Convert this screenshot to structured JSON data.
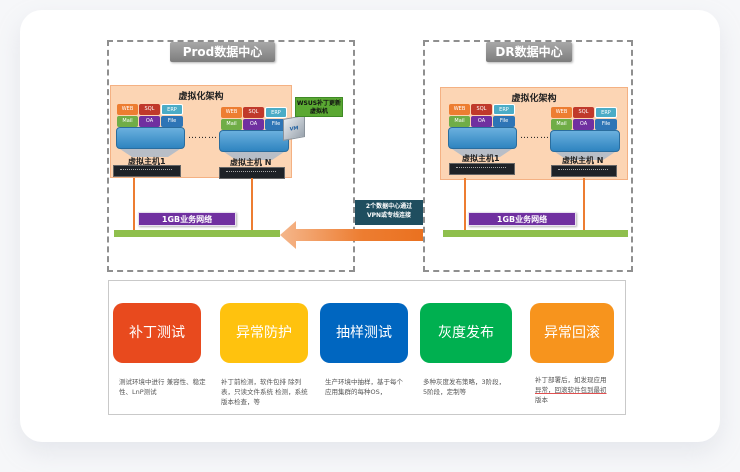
{
  "prod_dc": {
    "title": "Prod数据中心",
    "virt_title": "虚拟化架构",
    "host1_label": "虚拟主机1",
    "hostn_label": "虚拟主机 N",
    "apps_row1": [
      "WEB",
      "SQL",
      "ERP"
    ],
    "apps_row2": [
      "Mail",
      "OA",
      "File"
    ],
    "ellipsis": "………",
    "network_label": "1GB业务网络",
    "wsus_label": "WSUS补丁更新虚拟机",
    "vm_label": "VM"
  },
  "dr_dc": {
    "title": "DR数据中心",
    "virt_title": "虚拟化架构",
    "host1_label": "虚拟主机1",
    "hostn_label": "虚拟主机 N",
    "apps_row1": [
      "WEB",
      "SQL",
      "ERP"
    ],
    "apps_row2": [
      "Mail",
      "OA",
      "File"
    ],
    "ellipsis": "………",
    "network_label": "1GB业务网络"
  },
  "link": {
    "label_line1": "2个数据中心通过",
    "label_line2": "VPN或专线连接"
  },
  "app_colors": {
    "WEB": "#ed7d31",
    "SQL": "#c0392b",
    "ERP": "#4bacc6",
    "Mail": "#70ad47",
    "OA": "#7030a0",
    "File": "#2e75b6"
  },
  "steps": [
    {
      "title": "补丁测试",
      "color": "#e84a1e",
      "desc": "测试环境中进行 兼容性、稳定性、LnP测试"
    },
    {
      "title": "异常防护",
      "color": "#ffc20e",
      "desc": "补丁前检测，软件包排 除列表，只读文件系统 检测，系统版本检查，等"
    },
    {
      "title": "抽样测试",
      "color": "#0066c0",
      "desc": "生产环境中抽样，基于每个应用集群的每种OS，"
    },
    {
      "title": "灰度发布",
      "color": "#00b050",
      "desc": "多种灰度发布策略，3阶段，5阶段，定制等"
    },
    {
      "title": "异常回滚",
      "color": "#f7941d",
      "desc_line1": "补丁部署后，如发现应用",
      "desc_line2": "异常，回滚软件包到最初",
      "desc_line3": "版本"
    }
  ]
}
